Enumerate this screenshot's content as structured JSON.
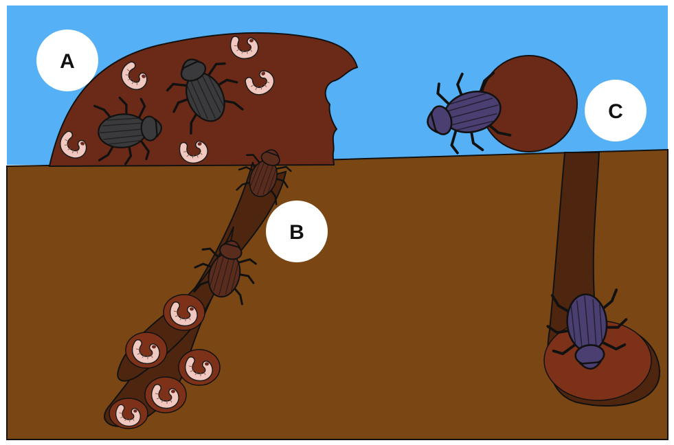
{
  "labels": {
    "a": "A",
    "b": "B",
    "c": "C"
  },
  "colors": {
    "sky": "#55b0f5",
    "soil": "#7a4614",
    "dung": "#6b2a17",
    "tunnel": "#4e260f",
    "chamber": "#7e3119",
    "larva": "#f0c8bf",
    "beetle_black": "#3a3a3c",
    "beetle_brown": "#5a2c1e",
    "beetle_purple": "#4a3f70",
    "label_circle": "#ffffff"
  },
  "icons": {
    "beetle": "beetle-icon",
    "larva": "larva-icon"
  }
}
